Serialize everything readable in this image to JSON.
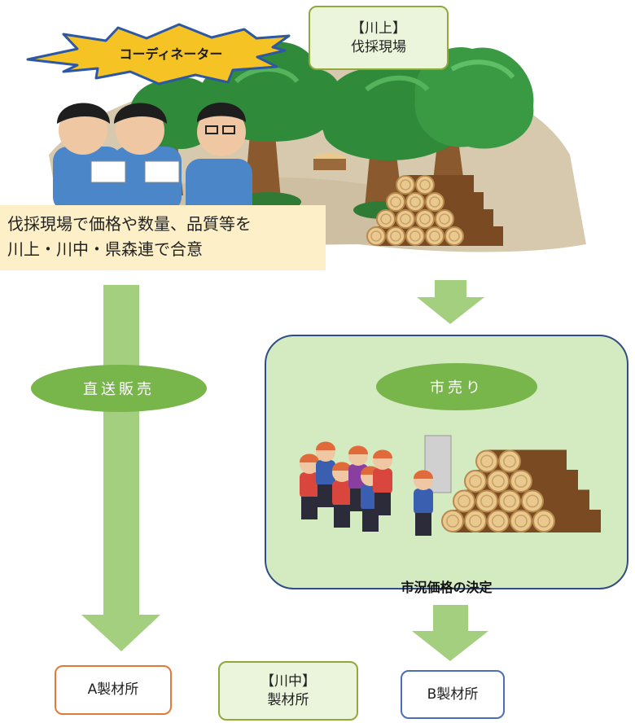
{
  "banner": {
    "label": "コーディネーター"
  },
  "upstream": {
    "tag": "【川上】",
    "label": "伐採現場"
  },
  "agreement": {
    "line1": "伐採現場で価格や数量、品質等を",
    "line2": "川上・川中・県森連で合意"
  },
  "direct_sale": {
    "label": "直送販売"
  },
  "market_sale": {
    "label": "市売り",
    "caption": "市況価格の決定"
  },
  "mills": {
    "a": "A製材所",
    "b": "B製材所",
    "mid_tag": "【川中】",
    "mid_label": "製材所"
  },
  "colors": {
    "arrow_green": "#a3cf7e",
    "oval_green": "#78b54a",
    "panel_fill": "#d4eac0",
    "panel_border": "#2e4e86",
    "a_border": "#e07a3a",
    "b_border": "#4a6fb5",
    "mid_border": "#93a83a",
    "note_fill": "#fdf0c8",
    "banner_fill": "#f6c324",
    "banner_border": "#2c58a6"
  }
}
